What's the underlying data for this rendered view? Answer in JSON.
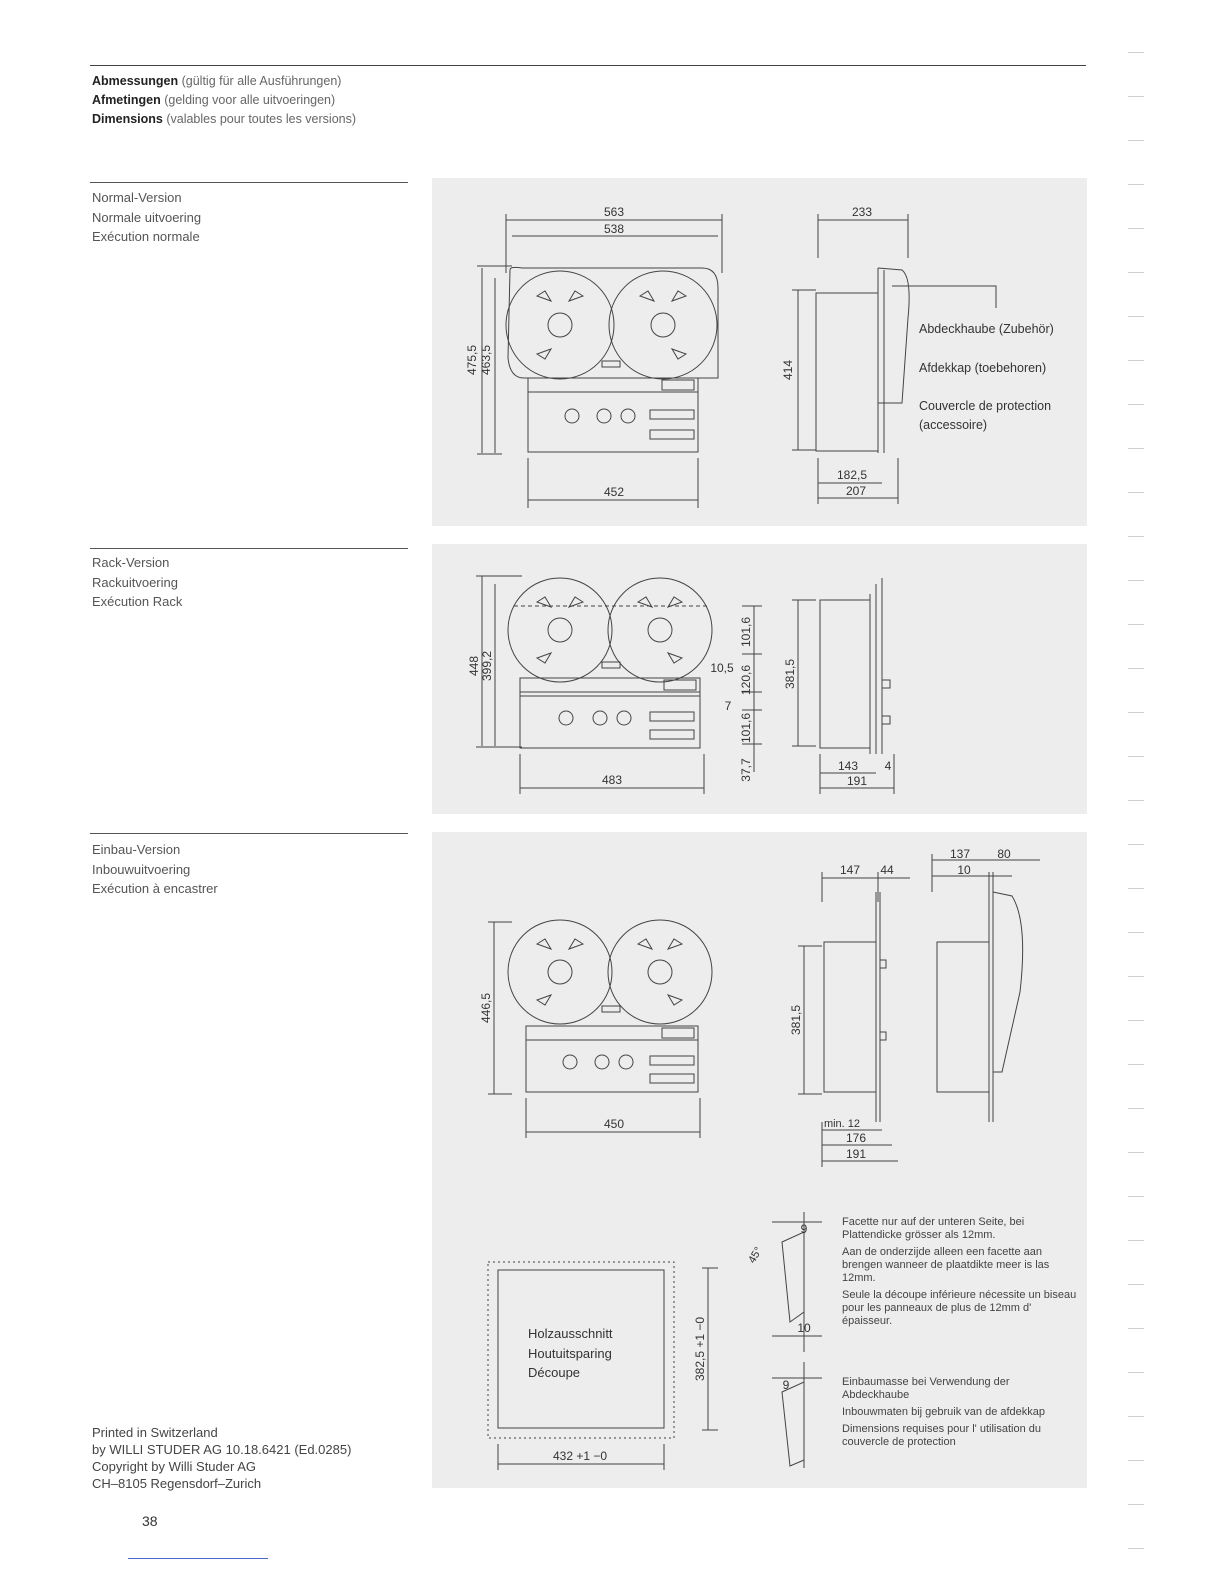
{
  "header": {
    "lines": [
      {
        "bold": "Abmessungen",
        "normal": " (gültig für alle Ausführungen)"
      },
      {
        "bold": "Afmetingen",
        "normal": " (gelding voor alle uitvoeringen)"
      },
      {
        "bold": "Dimensions",
        "normal": " (valables pour toutes les versions)"
      }
    ]
  },
  "sections": {
    "normal": {
      "labels": [
        "Normal-Version",
        "Normale uitvoering",
        "Exécution normale"
      ],
      "dims": {
        "w563": "563",
        "w538": "538",
        "h475": "475,5",
        "h463": "463,5",
        "w452": "452",
        "s233": "233",
        "s414": "414",
        "s182": "182,5",
        "s207": "207"
      },
      "cover_note": [
        "Abdeckhaube (Zubehör)",
        "Afdekkap (toebehoren)",
        "Couvercle de protection",
        "(accessoire)"
      ]
    },
    "rack": {
      "labels": [
        "Rack-Version",
        "Rackuitvoering",
        "Exécution Rack"
      ],
      "dims": {
        "h448": "448",
        "h399": "399,2",
        "d1016a": "101,6",
        "d105": "10,5",
        "d1206": "120,6",
        "d7": "7",
        "d1016b": "101,6",
        "d377": "37,7",
        "w483": "483",
        "s381": "381,5",
        "s143": "143",
        "s4": "4",
        "s191": "191"
      }
    },
    "einbau": {
      "labels": [
        "Einbau-Version",
        "Inbouwuitvoering",
        "Exécution à encastrer"
      ],
      "dims": {
        "h446": "446,5",
        "w450": "450",
        "s147": "147",
        "s44": "44",
        "s137": "137",
        "s80": "80",
        "s10": "10",
        "s381": "381,5",
        "smin12": "min. 12",
        "s176": "176",
        "s191": "191"
      },
      "cutout": {
        "labels": [
          "Holzausschnitt",
          "Houtuitsparing",
          "Découpe"
        ],
        "w": "432 +1 −0",
        "h": "382,5 +1 −0"
      },
      "details": {
        "d9a": "9",
        "d10": "10",
        "d9b": "9",
        "angle": "45°"
      },
      "note1": [
        "Facette nur auf der unteren Seite, bei Plattendicke grösser als 12mm.",
        "Aan de onderzijde alleen een facette aan brengen wanneer de plaatdikte meer is las 12mm.",
        "Seule la découpe inférieure nécessite un biseau pour les panneaux de plus de 12mm d' épaisseur."
      ],
      "note2": [
        "Einbaumasse bei Verwendung der Abdeckhaube",
        "Inbouwmaten bij gebruik van de afdekkap",
        "Dimensions requises pour l' utilisation du couvercle de protection"
      ]
    }
  },
  "footer": {
    "lines": [
      "Printed in Switzerland",
      "by WILLI STUDER AG 10.18.6421 (Ed.0285)",
      "Copyright by Willi Studer AG",
      "CH–8105 Regensdorf–Zurich"
    ],
    "page": "38"
  }
}
